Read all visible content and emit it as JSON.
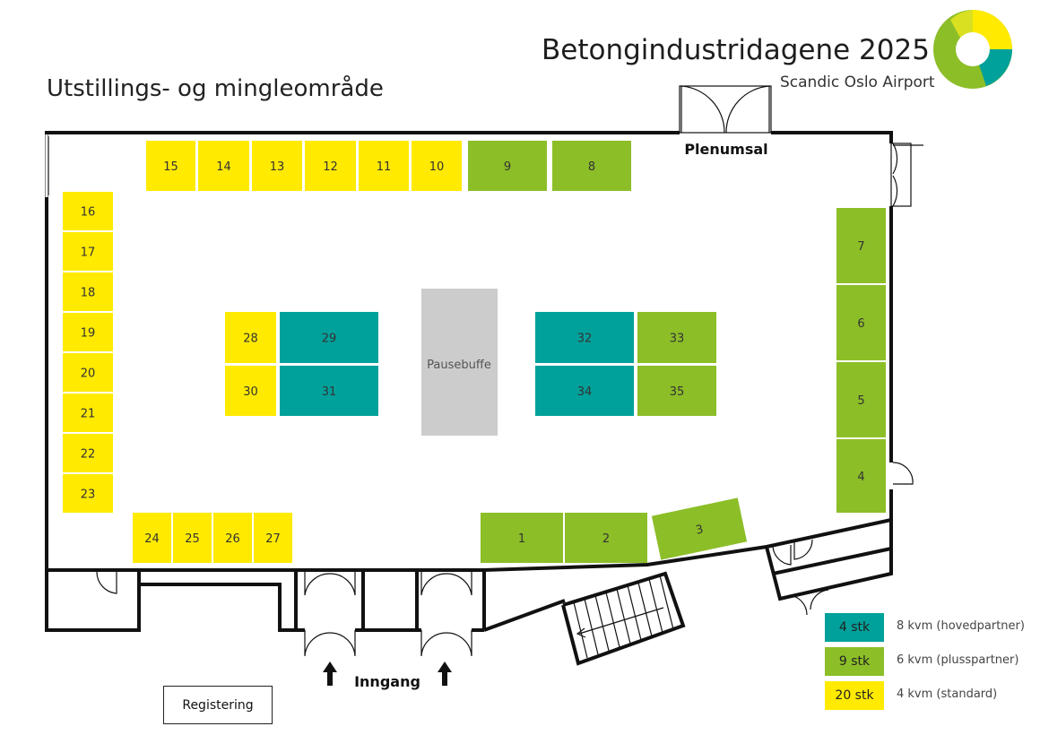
{
  "header": {
    "title": "Betongindustridagene 2025",
    "subtitle": "Scandic Oslo Airport",
    "area_title": "Utstillings- og mingleområde"
  },
  "colors": {
    "main_partner": "#00a19a",
    "plus_partner": "#8cbe28",
    "standard": "#ffea00",
    "buffet": "#cccccc",
    "wall": "#111111"
  },
  "labels": {
    "plenumsal": "Plenumsal",
    "pausebuffe": "Pausebuffe",
    "inngang": "Inngang",
    "registering": "Registering"
  },
  "booths": [
    {
      "id": "1",
      "tier": "plus_partner"
    },
    {
      "id": "2",
      "tier": "plus_partner"
    },
    {
      "id": "3",
      "tier": "plus_partner"
    },
    {
      "id": "4",
      "tier": "plus_partner"
    },
    {
      "id": "5",
      "tier": "plus_partner"
    },
    {
      "id": "6",
      "tier": "plus_partner"
    },
    {
      "id": "7",
      "tier": "plus_partner"
    },
    {
      "id": "8",
      "tier": "plus_partner"
    },
    {
      "id": "9",
      "tier": "plus_partner"
    },
    {
      "id": "10",
      "tier": "standard"
    },
    {
      "id": "11",
      "tier": "standard"
    },
    {
      "id": "12",
      "tier": "standard"
    },
    {
      "id": "13",
      "tier": "standard"
    },
    {
      "id": "14",
      "tier": "standard"
    },
    {
      "id": "15",
      "tier": "standard"
    },
    {
      "id": "16",
      "tier": "standard"
    },
    {
      "id": "17",
      "tier": "standard"
    },
    {
      "id": "18",
      "tier": "standard"
    },
    {
      "id": "19",
      "tier": "standard"
    },
    {
      "id": "20",
      "tier": "standard"
    },
    {
      "id": "21",
      "tier": "standard"
    },
    {
      "id": "22",
      "tier": "standard"
    },
    {
      "id": "23",
      "tier": "standard"
    },
    {
      "id": "24",
      "tier": "standard"
    },
    {
      "id": "25",
      "tier": "standard"
    },
    {
      "id": "26",
      "tier": "standard"
    },
    {
      "id": "27",
      "tier": "standard"
    },
    {
      "id": "28",
      "tier": "standard"
    },
    {
      "id": "29",
      "tier": "main_partner"
    },
    {
      "id": "30",
      "tier": "standard"
    },
    {
      "id": "31",
      "tier": "main_partner"
    },
    {
      "id": "32",
      "tier": "main_partner"
    },
    {
      "id": "33",
      "tier": "plus_partner"
    },
    {
      "id": "34",
      "tier": "main_partner"
    },
    {
      "id": "35",
      "tier": "plus_partner"
    }
  ],
  "legend": [
    {
      "count": "4 stk",
      "label": "8 kvm (hovedpartner)",
      "tier": "main_partner"
    },
    {
      "count": "9 stk",
      "label": "6 kvm (plusspartner)",
      "tier": "plus_partner"
    },
    {
      "count": "20 stk",
      "label": "4 kvm (standard)",
      "tier": "standard"
    }
  ]
}
